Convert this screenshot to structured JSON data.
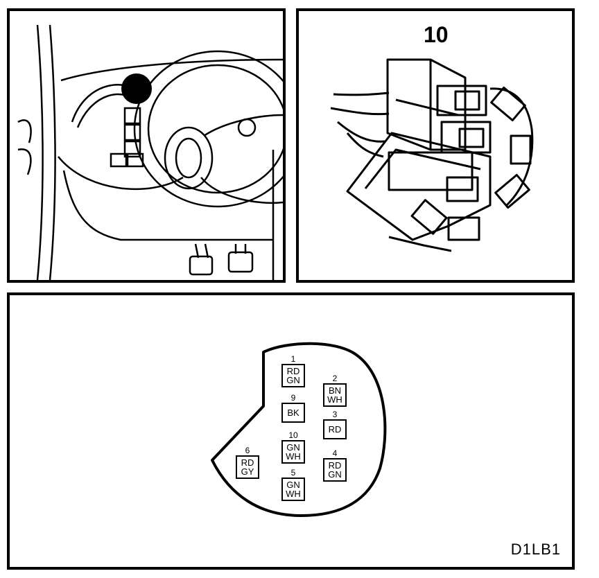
{
  "connector": {
    "number": "10",
    "reference": "D1LB1"
  },
  "pins": [
    {
      "num": "1",
      "colors": [
        "RD",
        "GN"
      ]
    },
    {
      "num": "2",
      "colors": [
        "BN",
        "WH"
      ]
    },
    {
      "num": "9",
      "colors": [
        "BK"
      ]
    },
    {
      "num": "3",
      "colors": [
        "RD"
      ]
    },
    {
      "num": "10",
      "colors": [
        "GN",
        "WH"
      ]
    },
    {
      "num": "6",
      "colors": [
        "RD",
        "GY"
      ]
    },
    {
      "num": "4",
      "colors": [
        "RD",
        "GN"
      ]
    },
    {
      "num": "5",
      "colors": [
        "GN",
        "WH"
      ]
    }
  ]
}
